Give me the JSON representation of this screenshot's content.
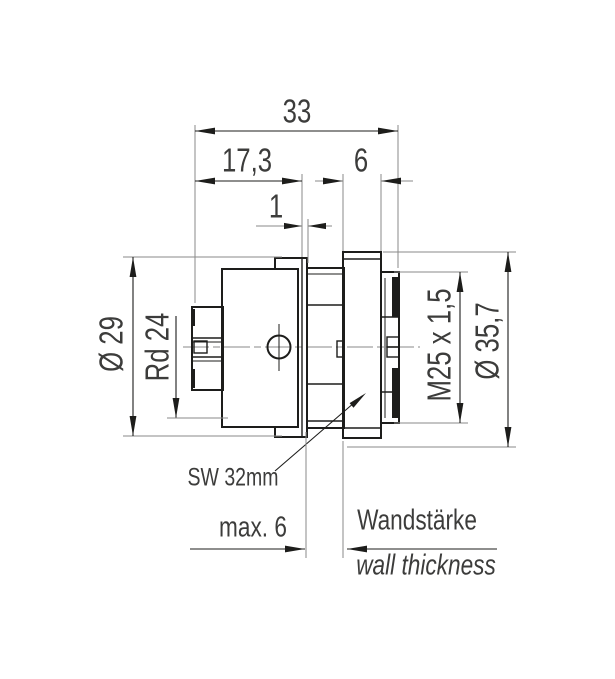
{
  "dimensions": {
    "overall_length": "33",
    "rear_length": "17,3",
    "flange_thickness": "6",
    "collar_step": "1",
    "collar_diameter": "Ø 29",
    "rear_thread": "Rd 24",
    "mounting_thread": "M25 x 1,5",
    "flange_diameter": "Ø 35,7",
    "wrench_size": "SW 32mm",
    "max_wall_thickness": "max. 6"
  },
  "annotations": {
    "wall_thickness_de": "Wandstärke",
    "wall_thickness_en": "wall thickness"
  },
  "colors": {
    "line": "#1d1d1b",
    "extension_line": "#8a8a89",
    "text": "#3c3c3b",
    "background": "#ffffff"
  }
}
